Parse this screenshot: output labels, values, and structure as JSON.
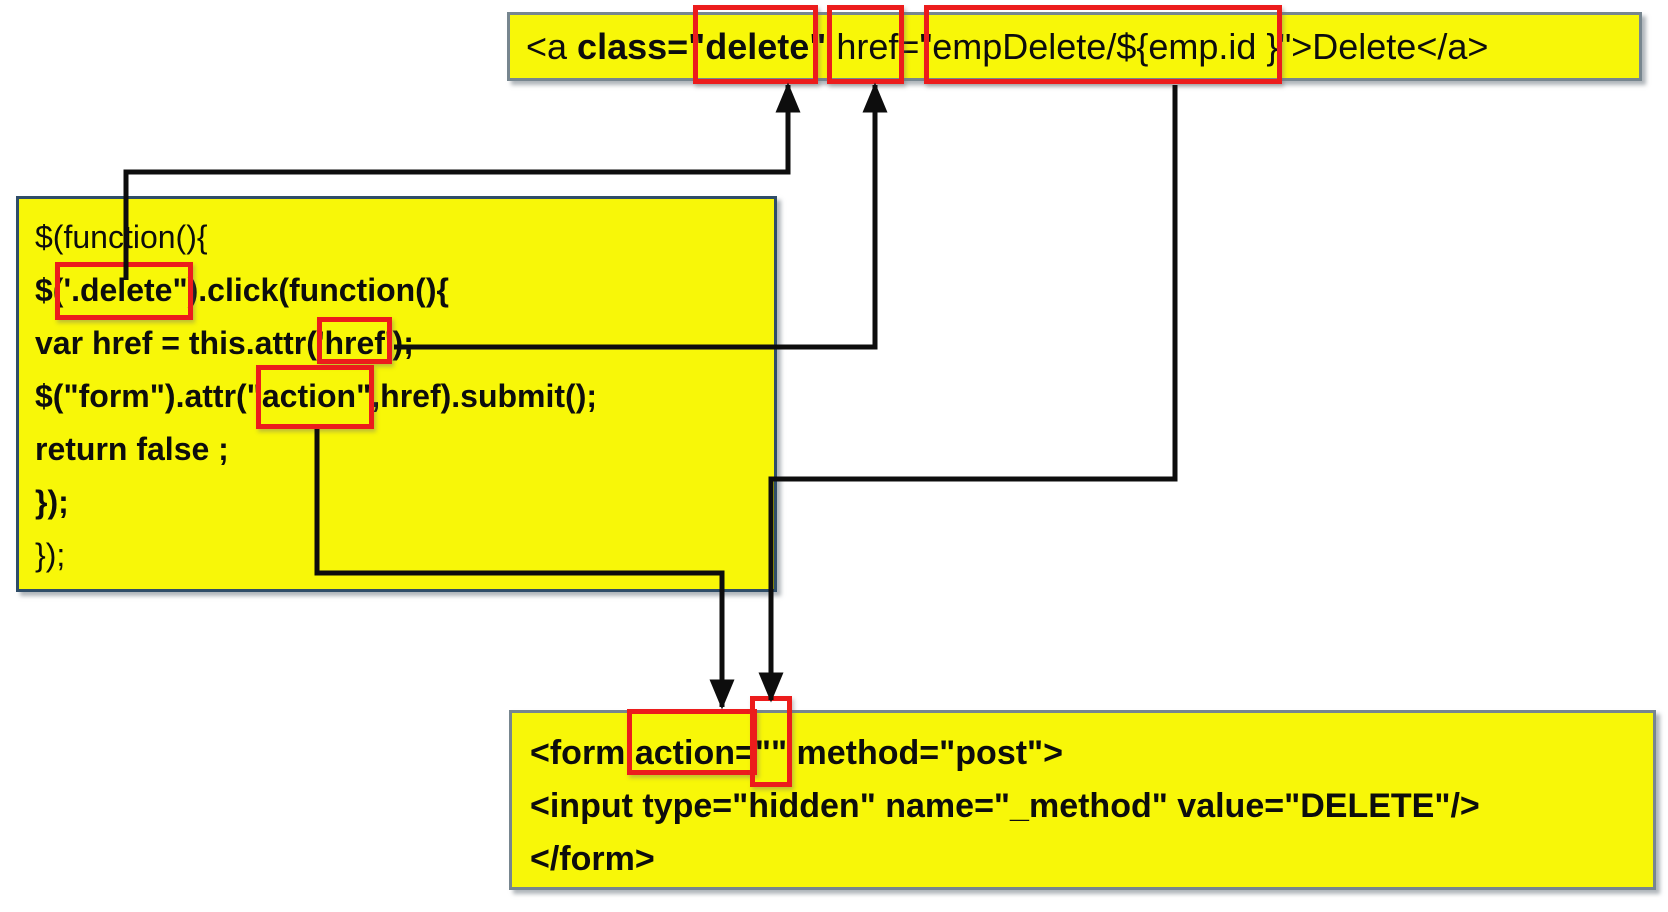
{
  "colors": {
    "background": "#FFFFFF",
    "box_fill": "#F8F708",
    "border_top_box": "#77868F",
    "border_mid_box": "#2F4D68",
    "border_bottom_box": "#77868F",
    "highlight": "#EC1C1C",
    "arrow": "#0D0D0D",
    "text": "#0D0D0D"
  },
  "anchor_box": {
    "a_open": "<a ",
    "class_attr": "class=\"",
    "delete_value": "delete",
    "quote_after_delete": "\"",
    "space": " ",
    "href_attr": "href",
    "eq_quote": "=\"",
    "href_value": "empDelete/${emp.id }",
    "tail": "\">Delete</a>"
  },
  "script_box": {
    "l1": "$(function(){",
    "l2a": "$(",
    "l2b": "'.delete\"",
    "l2c": ").click(function(){",
    "l3a": "var href = this.attr('",
    "l3b": "href",
    "l3c": "');",
    "l4a": "$(\"form\").attr(\"",
    "l4b": "action\"",
    "l4c": ",href).submit();",
    "l5": "return false ;",
    "l6": "});",
    "l7": "});"
  },
  "form_box": {
    "f1a": "<form ",
    "f1b": "action=",
    "f1c": "\"\"",
    "f1d": " method=\"post\">",
    "f2": "<input type=\"hidden\" name=\"_method\" value=\"DELETE\"/>",
    "f3": "</form>"
  },
  "connections": [
    {
      "id": "delete-connector-arrow",
      "from": "jquery-selector-.delete",
      "to": "anchor-class-delete"
    },
    {
      "id": "href-connector-arrow",
      "from": "this.attr-href",
      "to": "anchor-href-attribute"
    },
    {
      "id": "empdelete-connector-arrow",
      "from": "anchor-href-url-value",
      "to": "form-action-empty-value"
    },
    {
      "id": "action-connector-arrow",
      "from": "attr-action",
      "to": "form-action-attribute"
    }
  ]
}
